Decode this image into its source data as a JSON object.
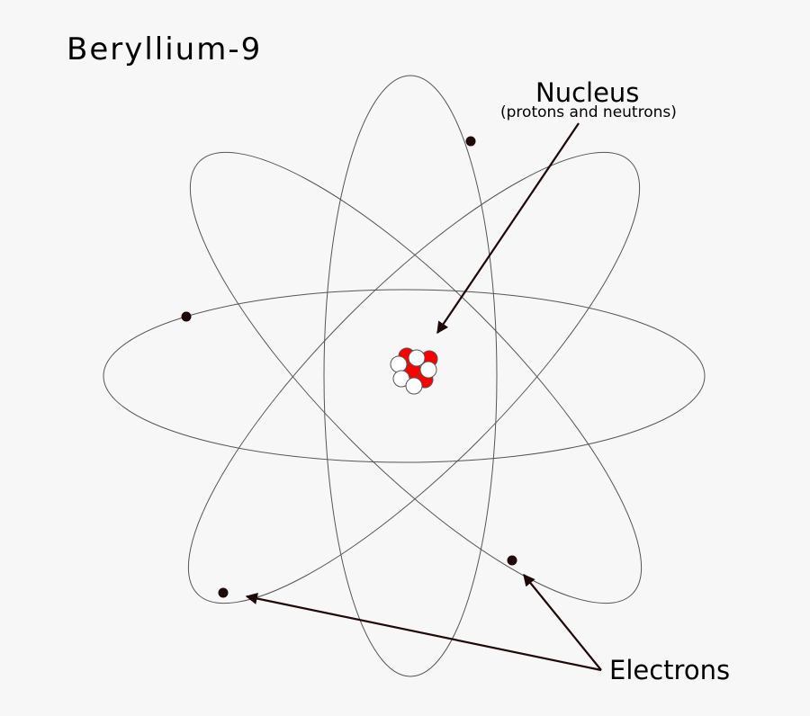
{
  "title": "Beryllium-9",
  "labels": {
    "nucleus": "Nucleus",
    "nucleus_sub": "(protons and neutrons)",
    "electrons": "Electrons"
  },
  "colors": {
    "background": "#f7f7f7",
    "proton": "#ff0000",
    "neutron": "#ffffff",
    "electron": "#1e0808",
    "orbit": "#555555"
  },
  "counts": {
    "protons": 4,
    "neutrons": 5,
    "electrons": 4
  }
}
